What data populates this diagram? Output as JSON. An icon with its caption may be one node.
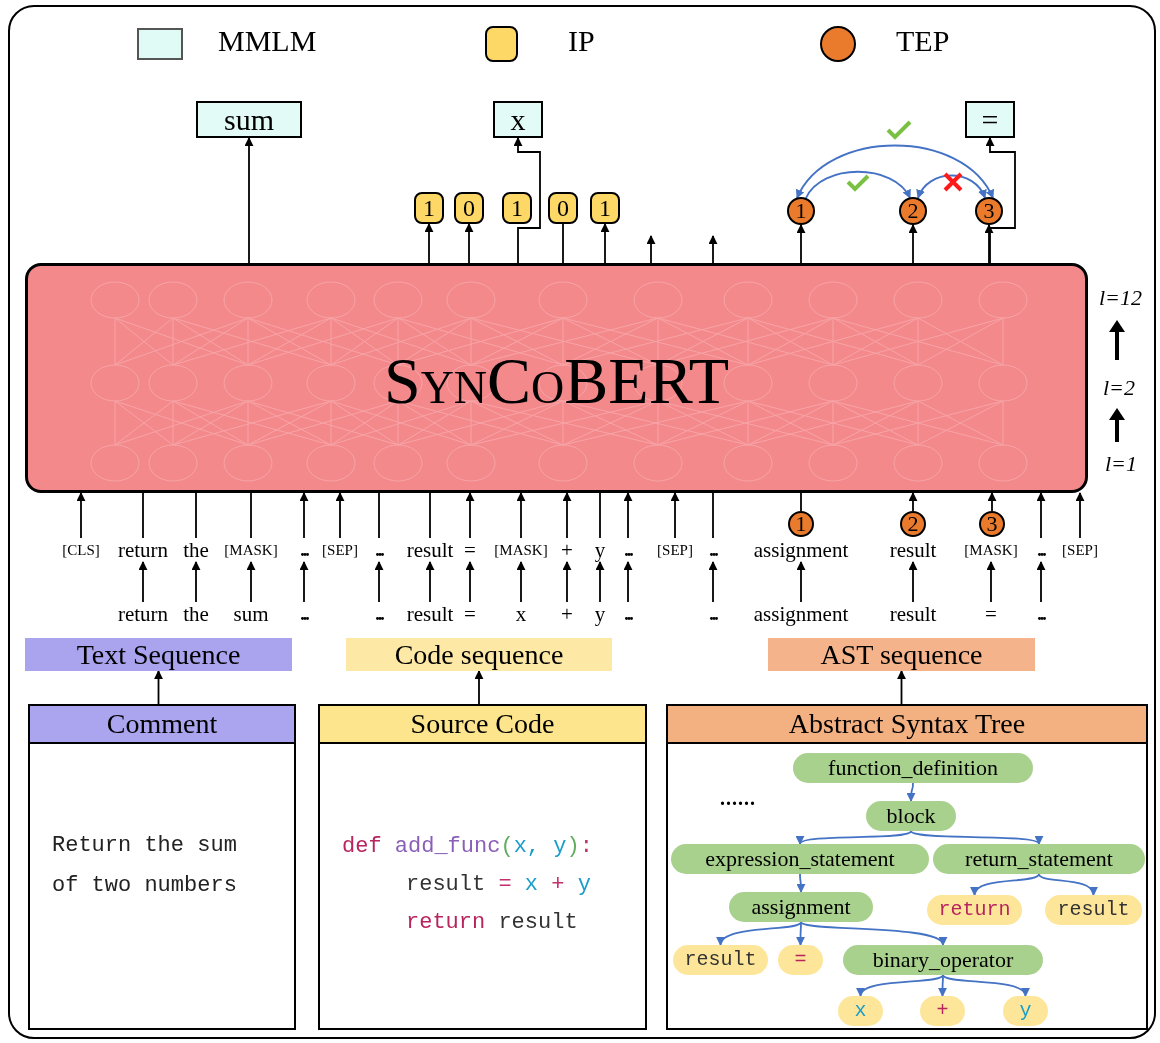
{
  "diagram": {
    "nodes": [
      {
        "text": [
          "sum"
        ]
      },
      {
        "text": [
          "x"
        ]
      },
      {
        "text": [
          "="
        ]
      },
      {
        "text": [
          "1"
        ]
      },
      {
        "text": [
          "0"
        ]
      },
      {
        "text": [
          "1"
        ]
      },
      {
        "text": [
          "0"
        ]
      },
      {
        "text": [
          "1"
        ]
      },
      {
        "text": [
          "1"
        ]
      },
      {
        "text": [
          "2"
        ]
      },
      {
        "text": [
          "3"
        ]
      },
      {
        "text": [
          "SynCoBERT"
        ],
        "beside": [
          "l=12",
          "l=2",
          "l=1"
        ]
      },
      {
        "text": [
          "1"
        ]
      },
      {
        "text": [
          "2"
        ]
      },
      {
        "text": [
          "3"
        ]
      },
      {
        "text": [
          "[CLS]"
        ]
      },
      {
        "text": [
          "return"
        ]
      },
      {
        "text": [
          "the"
        ]
      },
      {
        "text": [
          "[MASK]"
        ]
      },
      {
        "text": [
          "..."
        ]
      },
      {
        "text": [
          "[SEP]"
        ]
      },
      {
        "text": [
          "..."
        ]
      },
      {
        "text": [
          "result"
        ]
      },
      {
        "text": [
          "="
        ]
      },
      {
        "text": [
          "[MASK]"
        ]
      },
      {
        "text": [
          "+"
        ]
      },
      {
        "text": [
          "y"
        ]
      },
      {
        "text": [
          "..."
        ]
      },
      {
        "text": [
          "[SEP]"
        ]
      },
      {
        "text": [
          "..."
        ]
      },
      {
        "text": [
          "assignment"
        ]
      },
      {
        "text": [
          "result"
        ]
      },
      {
        "text": [
          "[MASK]"
        ]
      },
      {
        "text": [
          "..."
        ]
      },
      {
        "text": [
          "[SEP]"
        ]
      },
      {
        "text": [
          "return"
        ]
      },
      {
        "text": [
          "the"
        ]
      },
      {
        "text": [
          "sum"
        ]
      },
      {
        "text": [
          "..."
        ]
      },
      {
        "text": [
          "..."
        ]
      },
      {
        "text": [
          "result"
        ]
      },
      {
        "text": [
          "="
        ]
      },
      {
        "text": [
          "x"
        ]
      },
      {
        "text": [
          "+"
        ]
      },
      {
        "text": [
          "y"
        ]
      },
      {
        "text": [
          "..."
        ]
      },
      {
        "text": [
          "..."
        ]
      },
      {
        "text": [
          "assignment"
        ]
      },
      {
        "text": [
          "result"
        ]
      },
      {
        "text": [
          "="
        ]
      },
      {
        "text": [
          "..."
        ]
      },
      {
        "text": [
          "Text Sequence"
        ]
      },
      {
        "text": [
          "Code sequence"
        ]
      },
      {
        "text": [
          "AST sequence"
        ]
      },
      {
        "text": [
          "Comment",
          "Return the sum of two numbers"
        ]
      },
      {
        "text": [
          "Source Code",
          "def add_func(x, y):",
          "result = x + y",
          "return result"
        ]
      },
      {
        "text": [
          "Abstract Syntax Tree"
        ]
      },
      {
        "text": [
          "function_definition"
        ],
        "in": 56
      },
      {
        "text": [
          "block"
        ],
        "in": 56
      },
      {
        "text": [
          "expression_statement"
        ],
        "in": 56
      },
      {
        "text": [
          "return_statement"
        ],
        "in": 56
      },
      {
        "text": [
          "assignment"
        ],
        "in": 56
      },
      {
        "text": [
          "return"
        ],
        "in": 56
      },
      {
        "text": [
          "result"
        ],
        "in": 56
      },
      {
        "text": [
          "result"
        ],
        "in": 56
      },
      {
        "text": [
          "="
        ],
        "in": 56
      },
      {
        "text": [
          "binary_operator"
        ],
        "in": 56
      },
      {
        "text": [
          "x"
        ],
        "in": 56
      },
      {
        "text": [
          "+"
        ],
        "in": 56
      },
      {
        "text": [
          "y"
        ],
        "in": 56
      }
    ],
    "edges": [
      {
        "from": 11,
        "to": 0,
        "arrow": "to"
      },
      {
        "from": 11,
        "to": 1,
        "arrow": "to"
      },
      {
        "from": 11,
        "to": 2,
        "arrow": "to"
      },
      {
        "from": 11,
        "to": 3,
        "arrow": "to"
      },
      {
        "from": 11,
        "to": 4,
        "arrow": "to"
      },
      {
        "from": 11,
        "to": 6,
        "arrow": "none"
      },
      {
        "from": 11,
        "to": 7,
        "arrow": "to"
      },
      {
        "from": 11,
        "to": null,
        "arrow": "to"
      },
      {
        "from": 11,
        "to": null,
        "arrow": "to"
      },
      {
        "from": 11,
        "to": 8,
        "arrow": "to"
      },
      {
        "from": 11,
        "to": 9,
        "arrow": "to"
      },
      {
        "from": 11,
        "to": 10,
        "arrow": "to"
      },
      {
        "from": 8,
        "to": 10,
        "arrow": "both",
        "color": "#4472c4"
      },
      {
        "from": 8,
        "to": 9,
        "arrow": "to",
        "color": "#4472c4"
      },
      {
        "from": 9,
        "to": 10,
        "arrow": "both",
        "color": "#4472c4"
      },
      {
        "from": 12,
        "to": 11,
        "arrow": "none"
      },
      {
        "from": 13,
        "to": 11,
        "arrow": "to"
      },
      {
        "from": 14,
        "to": 11,
        "arrow": "to"
      },
      {
        "from": 15,
        "to": 11,
        "arrow": "to"
      },
      {
        "from": 16,
        "to": 11,
        "arrow": "none"
      },
      {
        "from": 17,
        "to": 11,
        "arrow": "none"
      },
      {
        "from": 18,
        "to": 11,
        "arrow": "none"
      },
      {
        "from": 19,
        "to": 11,
        "arrow": "to"
      },
      {
        "from": 20,
        "to": 11,
        "arrow": "to"
      },
      {
        "from": 21,
        "to": 11,
        "arrow": "none"
      },
      {
        "from": 22,
        "to": 11,
        "arrow": "none"
      },
      {
        "from": 23,
        "to": 11,
        "arrow": "to"
      },
      {
        "from": 24,
        "to": 11,
        "arrow": "to"
      },
      {
        "from": 25,
        "to": 11,
        "arrow": "to"
      },
      {
        "from": 26,
        "to": 11,
        "arrow": "none"
      },
      {
        "from": 27,
        "to": 11,
        "arrow": "to"
      },
      {
        "from": 28,
        "to": 11,
        "arrow": "to"
      },
      {
        "from": 29,
        "to": 11,
        "arrow": "none"
      },
      {
        "from": 33,
        "to": 11,
        "arrow": "to"
      },
      {
        "from": 34,
        "to": 11,
        "arrow": "to"
      },
      {
        "from": 35,
        "to": 16,
        "arrow": "to"
      },
      {
        "from": 36,
        "to": 17,
        "arrow": "to"
      },
      {
        "from": 37,
        "to": 18,
        "arrow": "to"
      },
      {
        "from": 38,
        "to": 19,
        "arrow": "to"
      },
      {
        "from": 39,
        "to": 21,
        "arrow": "to"
      },
      {
        "from": 40,
        "to": 22,
        "arrow": "to"
      },
      {
        "from": 41,
        "to": 23,
        "arrow": "to"
      },
      {
        "from": 42,
        "to": 24,
        "arrow": "to"
      },
      {
        "from": 43,
        "to": 25,
        "arrow": "to"
      },
      {
        "from": 44,
        "to": 26,
        "arrow": "to"
      },
      {
        "from": 45,
        "to": 27,
        "arrow": "to"
      },
      {
        "from": 46,
        "to": 29,
        "arrow": "to"
      },
      {
        "from": 47,
        "to": 30,
        "arrow": "to"
      },
      {
        "from": 48,
        "to": 31,
        "arrow": "to"
      },
      {
        "from": 49,
        "to": 32,
        "arrow": "to"
      },
      {
        "from": 50,
        "to": 33,
        "arrow": "to"
      },
      {
        "from": 54,
        "to": 51,
        "arrow": "to"
      },
      {
        "from": 55,
        "to": 52,
        "arrow": "to"
      },
      {
        "from": 56,
        "to": 53,
        "arrow": "to"
      },
      {
        "from": 57,
        "to": 58,
        "arrow": "to",
        "color": "#4472c4"
      },
      {
        "from": 58,
        "to": 59,
        "arrow": "to",
        "color": "#4472c4"
      },
      {
        "from": 58,
        "to": 60,
        "arrow": "to",
        "color": "#4472c4"
      },
      {
        "from": 59,
        "to": 61,
        "arrow": "to",
        "color": "#4472c4"
      },
      {
        "from": 60,
        "to": 62,
        "arrow": "to",
        "color": "#4472c4"
      },
      {
        "from": 60,
        "to": 63,
        "arrow": "to",
        "color": "#4472c4"
      },
      {
        "from": 61,
        "to": 64,
        "arrow": "to",
        "color": "#4472c4"
      },
      {
        "from": 61,
        "to": 65,
        "arrow": "to",
        "color": "#4472c4"
      },
      {
        "from": 61,
        "to": 66,
        "arrow": "to",
        "color": "#4472c4"
      },
      {
        "from": 66,
        "to": 67,
        "arrow": "to",
        "color": "#4472c4"
      },
      {
        "from": 66,
        "to": 68,
        "arrow": "to",
        "color": "#4472c4"
      },
      {
        "from": 66,
        "to": 69,
        "arrow": "to",
        "color": "#4472c4"
      }
    ],
    "labels": [
      "......"
    ],
    "legend": [
      {
        "text": "MMLM",
        "color": "#e0faf6"
      },
      {
        "text": "IP",
        "color": "#fdd866"
      },
      {
        "text": "TEP",
        "color": "#ea7b2c"
      }
    ]
  }
}
